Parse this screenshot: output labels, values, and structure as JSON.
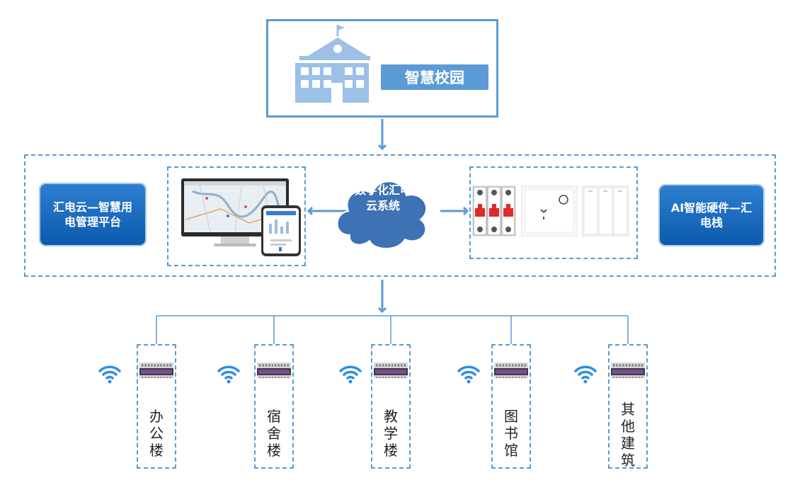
{
  "campus": {
    "label": "智慧校园"
  },
  "platform": {
    "label": "汇电云—智慧用电管理平台"
  },
  "cloud": {
    "label": "数字化汇电云系统"
  },
  "hardware": {
    "label": "AI智能硬件—汇电栈"
  },
  "buildings": [
    {
      "name": "办公楼"
    },
    {
      "name": "宿舍楼"
    },
    {
      "name": "教学楼"
    },
    {
      "name": "图书馆"
    },
    {
      "name": "其他建筑"
    }
  ],
  "colors": {
    "accent": "#5b9bd5",
    "pill": "#0b5aad",
    "cloud": "#3d72b4",
    "wifi": "#2f8fe0"
  }
}
